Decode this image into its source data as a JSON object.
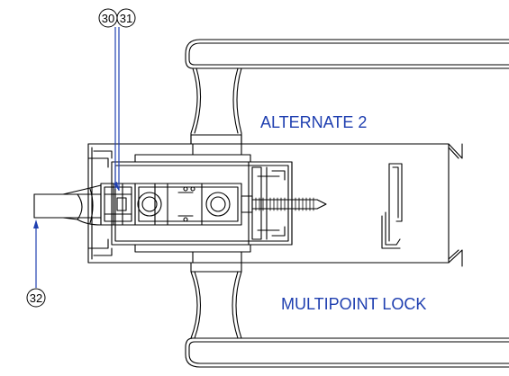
{
  "labels": {
    "alternate": "ALTERNATE 2",
    "lock": "MULTIPOINT LOCK"
  },
  "callouts": {
    "c30": "30",
    "c31": "31",
    "c32": "32"
  },
  "colors": {
    "label_blue": "#1f3fb0",
    "leader_blue": "#1f3fb0",
    "line": "#000000"
  }
}
